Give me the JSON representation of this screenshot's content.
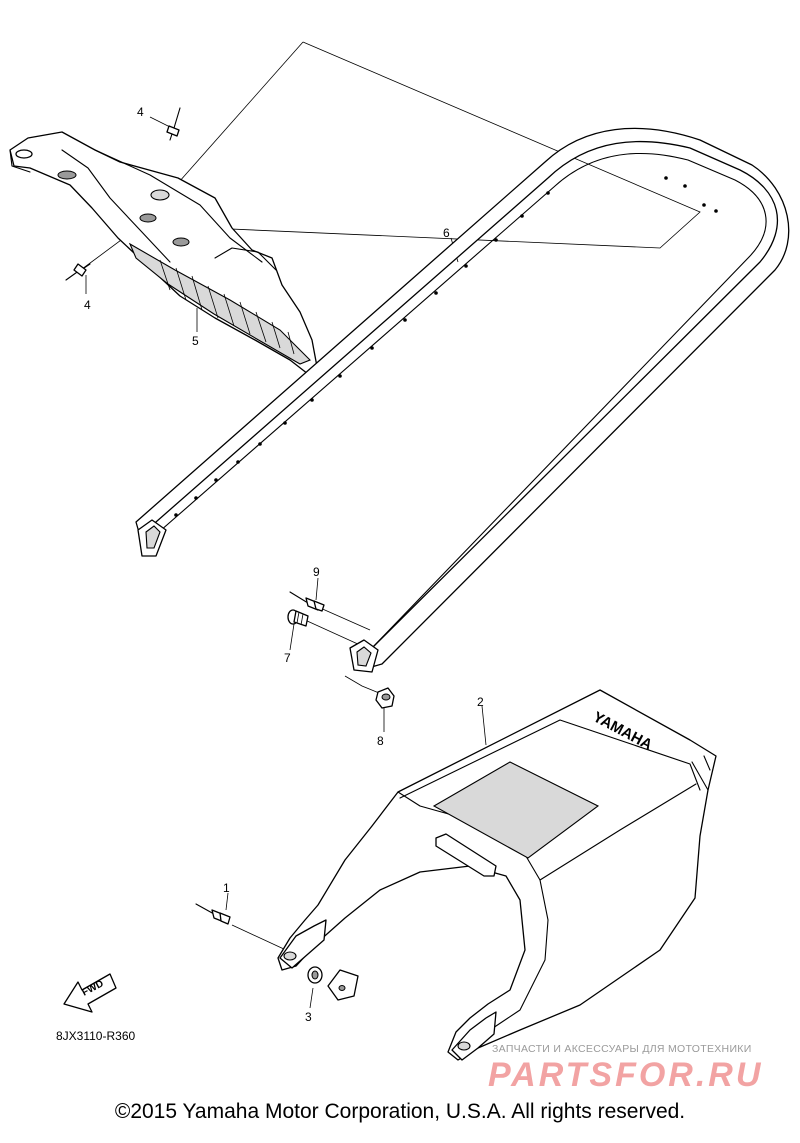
{
  "diagram": {
    "callouts": {
      "c1": "1",
      "c2": "2",
      "c3": "3",
      "c4a": "4",
      "c4b": "4",
      "c5": "5",
      "c6": "6",
      "c7": "7",
      "c8": "8",
      "c9": "9"
    },
    "fwd_label": "FWD",
    "diagram_code": "8JX3110-R360",
    "brand_mark": "YAMAHA"
  },
  "footer": {
    "copyright": "©2015 Yamaha Motor Corporation, U.S.A. All rights reserved."
  },
  "watermark": {
    "tagline": "ЗАПЧАСТИ И АКСЕССУАРЫ ДЛЯ МОТОТЕХНИКИ",
    "logo_text": "PARTSFOR.RU"
  }
}
